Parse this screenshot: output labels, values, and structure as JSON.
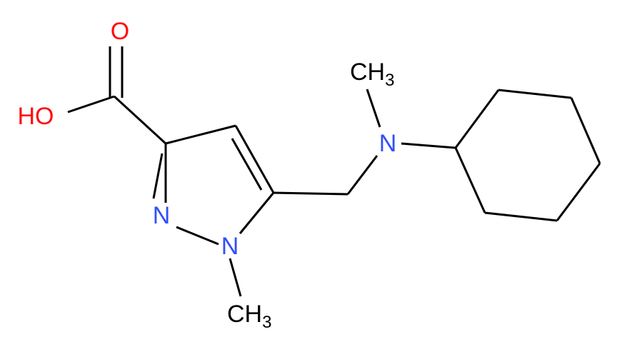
{
  "atoms": {
    "carbonyl_o": {
      "text": "O",
      "color": "#ff0d0d"
    },
    "hydroxyl": {
      "text": "HO",
      "color": "#ff0d0d"
    },
    "n2": {
      "text": "N",
      "color": "#3050f8"
    },
    "n1": {
      "text": "N",
      "color": "#3050f8"
    },
    "n_amine": {
      "text": "N",
      "color": "#3050f8"
    },
    "methyl_amine": {
      "main": "CH",
      "sub": "3",
      "color": "#000000"
    },
    "methyl_n1": {
      "main": "CH",
      "sub": "3",
      "color": "#000000"
    }
  },
  "bond_color": "#000000"
}
